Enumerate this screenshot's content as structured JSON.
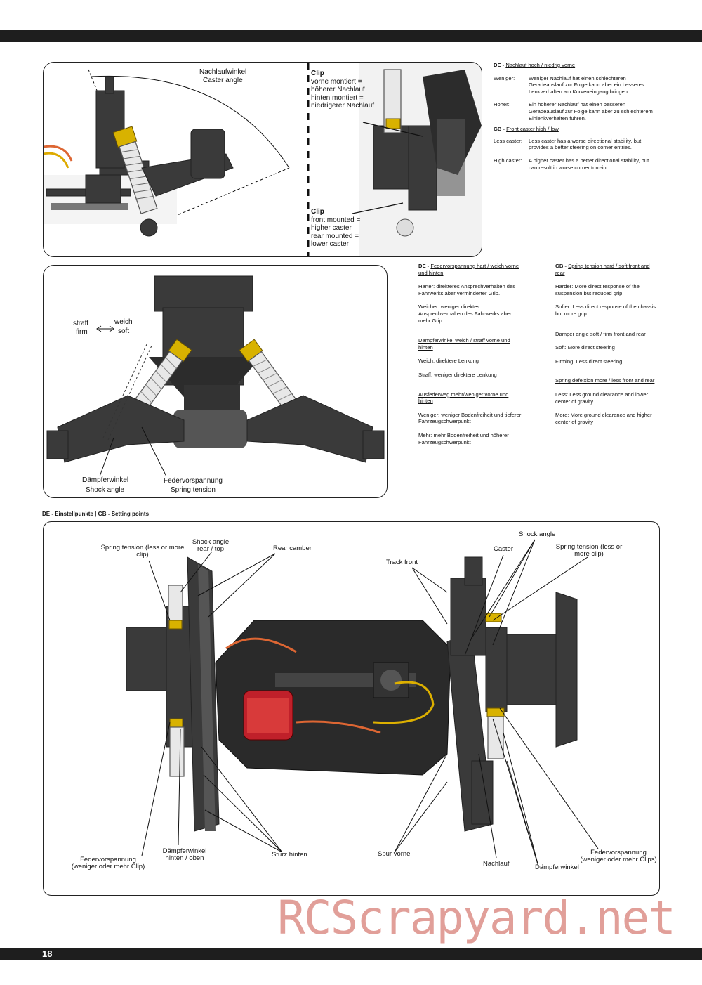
{
  "page_number": "18",
  "watermark": "RCScrapyard.net",
  "caster_box": {
    "label_de": "Nachlaufwinkel",
    "label_en": "Caster angle",
    "clip_top": [
      "Clip",
      "vorne montiert =",
      "höherer Nachlauf",
      "hinten montiert =",
      "niedrigerer Nachlauf"
    ],
    "clip_bottom": [
      "Clip",
      "front mounted =",
      "higher caster",
      "rear mounted =",
      "lower caster"
    ]
  },
  "caster_text": {
    "de_title_prefix": "DE - ",
    "de_title": "Nachlauf hoch / niedrig vorne",
    "de_less_label": "Weniger:",
    "de_less_text": "Weniger Nachlauf hat einen schlechteren Geradeauslauf zur Folge kann aber ein besseres Lenkverhalten am Kurveneingang bringen.",
    "de_more_label": "Höher:",
    "de_more_text": "Ein höherer Nachlauf hat einen besseren Geradeauslauf zur Folge kann aber zu schlechterem Einlenkverhalten führen.",
    "gb_title_prefix": "GB - ",
    "gb_title": "Front caster high / low",
    "gb_less_label": "Less caster:",
    "gb_less_text": "Less caster has a worse directional stability, but provides a better steering on corner entries.",
    "gb_more_label": "High caster:",
    "gb_more_text": "A higher caster has a better directional stability, but can result in worse corner turn-in."
  },
  "shock_box": {
    "straff": "straff",
    "firm": "firm",
    "weich": "weich",
    "soft": "soft",
    "shock_de": "Dämpferwinkel",
    "shock_en": "Shock angle",
    "spring_de": "Federvorspannung",
    "spring_en": "Spring tension"
  },
  "de_col": {
    "t1_prefix": "DE - ",
    "t1": "Federvorspannung hart / weich vorne und hinten",
    "p1": "Härter: direkteres Ansprechverhalten des Fahrwerks aber verminderter Grip.",
    "p2": "Weicher: weniger direktes Ansprechverhalten des Fahrwerks aber mehr Grip.",
    "t2": "Dämpferwinkel weich / straff vorne und hinten",
    "p3": "Weich: direktere Lenkung",
    "p4": "Straff: weniger direktere Lenkung",
    "t3": "Ausfederweg mehr/weniger vorne und hinten",
    "p5": "Weniger: weniger Bodenfreiheit und tieferer Fahrzeugschwerpunkt",
    "p6": "Mehr: mehr Bodenfreiheit und höherer Fahrzeugschwerpunkt"
  },
  "gb_col": {
    "t1_prefix": "GB - ",
    "t1": "Spring tension hard / soft front and rear",
    "p1": "Harder: More direct response of the suspension but reduced grip.",
    "p2": "Softer: Less direct response of the chassis but more grip.",
    "t2": "Damper angle soft / firm front and rear",
    "p3": "Soft: More direct steering",
    "p4": "Firming: Less direct steering",
    "t3": "Spring defelxion more / less front and rear",
    "p5": "Less: Less ground clearance and lower center of gravity",
    "p6": "More: More ground clearance and higher center of gravity"
  },
  "setting_points": {
    "title": "DE - Einstellpunkte | GB - Setting points",
    "spring_tension_rear": "Spring tension (less or more clip)",
    "shock_angle_rear": "Shock angle rear / top",
    "rear_camber": "Rear camber",
    "track_front": "Track front",
    "caster": "Caster",
    "shock_angle": "Shock angle",
    "spring_tension_front": "Spring tension (less or more clip)",
    "federvorspannung_left": "Federvorspannung (weniger oder mehr Clip)",
    "daempferwinkel_hinten": "Dämpferwinkel hinten / oben",
    "sturz_hinten": "Sturz hinten",
    "spur_vorne": "Spur vorne",
    "nachlauf": "Nachlauf",
    "daempferwinkel": "Dämpferwinkel",
    "federvorspannung_right": "Federvorspannung (weniger oder mehr Clips)"
  }
}
